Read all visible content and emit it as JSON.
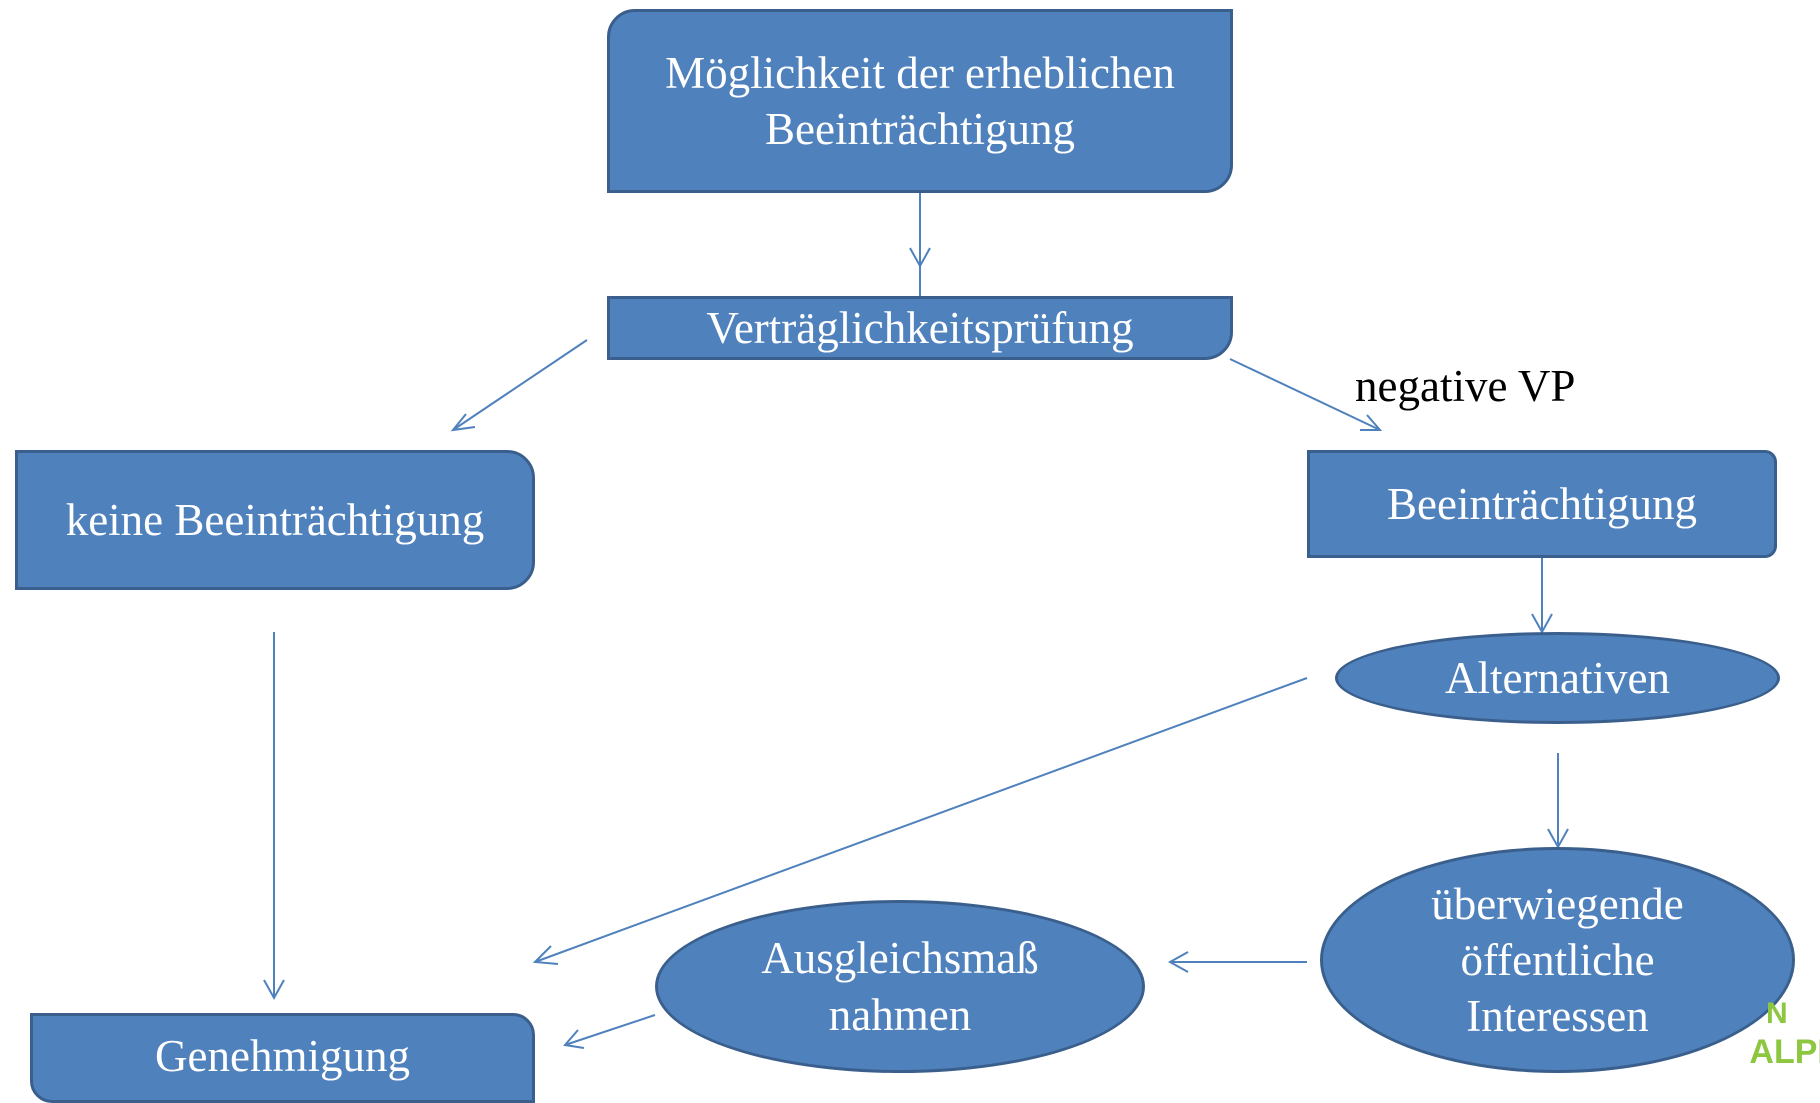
{
  "nodes": {
    "possibility": "Möglichkeit der erheblichen Beeinträchtigung",
    "assessment": "Verträglichkeitsprüfung",
    "no_impairment": "keine Beeinträchtigung",
    "impairment": "Beeinträchtigung",
    "alternatives": "Alternativen",
    "public_interest": "überwiegende öffentliche Interessen",
    "compensation": "Ausgleichsmaß nahmen",
    "approval": "Genehmigung"
  },
  "edge_labels": {
    "negative": "negative VP"
  },
  "colors": {
    "fill": "#4f81bd",
    "border": "#3a5f8c",
    "arrow": "#4f81bd"
  },
  "logo": {
    "line1": "N",
    "line2": "EN ALPEN"
  }
}
